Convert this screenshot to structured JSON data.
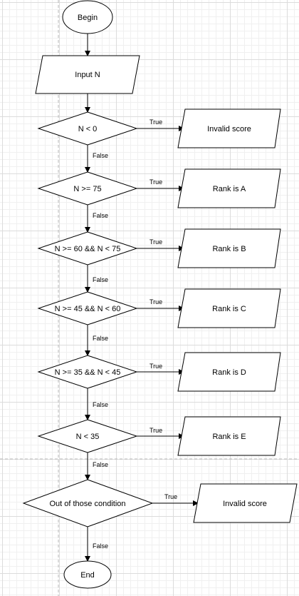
{
  "flowchart": {
    "begin": "Begin",
    "input": "Input N",
    "decisions": [
      {
        "condition": "N < 0",
        "true_label": "True",
        "false_label": "False",
        "output": "Invalid score"
      },
      {
        "condition": "N >= 75",
        "true_label": "True",
        "false_label": "False",
        "output": "Rank is A"
      },
      {
        "condition": "N >= 60 && N < 75",
        "true_label": "True",
        "false_label": "False",
        "output": "Rank is B"
      },
      {
        "condition": "N >= 45 && N < 60",
        "true_label": "True",
        "false_label": "False",
        "output": "Rank is C"
      },
      {
        "condition": "N >= 35 && N < 45",
        "true_label": "True",
        "false_label": "False",
        "output": "Rank is D"
      },
      {
        "condition": "N < 35",
        "true_label": "True",
        "false_label": "False",
        "output": "Rank is E"
      },
      {
        "condition": "Out of those condition",
        "true_label": "True",
        "false_label": "False",
        "output": "Invalid score"
      }
    ],
    "end": "End"
  }
}
